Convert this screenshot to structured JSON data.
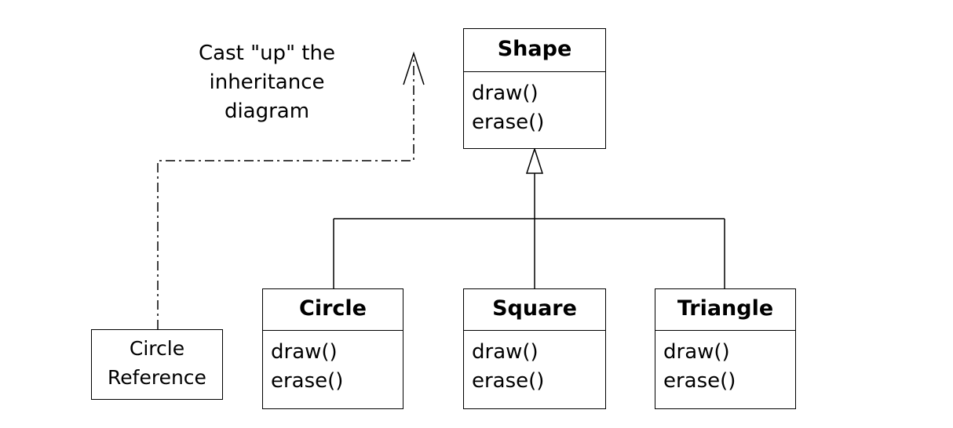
{
  "note": {
    "lines": [
      "Cast \"up\" the",
      "inheritance",
      "diagram"
    ]
  },
  "classes": {
    "shape": {
      "name": "Shape",
      "methods": [
        "draw()",
        "erase()"
      ]
    },
    "circle": {
      "name": "Circle",
      "methods": [
        "draw()",
        "erase()"
      ]
    },
    "square": {
      "name": "Square",
      "methods": [
        "draw()",
        "erase()"
      ]
    },
    "triangle": {
      "name": "Triangle",
      "methods": [
        "draw()",
        "erase()"
      ]
    }
  },
  "reference": {
    "lines": [
      "Circle",
      "Reference"
    ]
  }
}
